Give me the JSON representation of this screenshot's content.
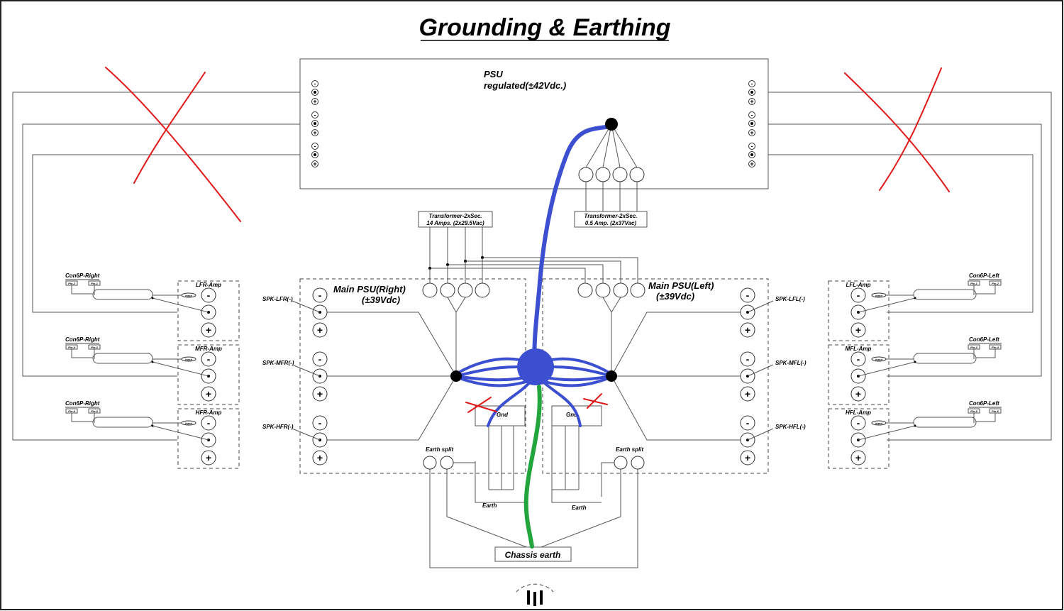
{
  "title": "Grounding & Earthing",
  "psu_top": {
    "line1": "PSU",
    "line2": "regulated(±42Vdc.)"
  },
  "transformers": [
    {
      "line1": "Transformer-2xSec.",
      "line2": "14 Amps. (2x29.5Vac)"
    },
    {
      "line1": "Transformer-2xSec.",
      "line2": "0.5 Amp. (2x37Vac)"
    }
  ],
  "main_psu_right": {
    "line1": "Main PSU(Right)",
    "line2": "(±39Vdc)"
  },
  "main_psu_left": {
    "line1": "Main PSU(Left)",
    "line2": "(±39Vdc)"
  },
  "amps_right": [
    "LFR-Amp",
    "MFR-Amp",
    "HFR-Amp"
  ],
  "amps_left": [
    "LFL-Amp",
    "MFL-Amp",
    "HFL-Amp"
  ],
  "spk_right": [
    "SPK-LFR(-)",
    "SPK-MFR(-)",
    "SPK-HFR(-)"
  ],
  "spk_left": [
    "SPK-LFL(-)",
    "SPK-MFL(-)",
    "SPK-HFL(-)"
  ],
  "con_right": [
    {
      "name": "Con6P-Right",
      "pin_a": "Pin-2",
      "pin_b": "Pin-1"
    },
    {
      "name": "Con6P-Right",
      "pin_a": "Pin-4",
      "pin_b": "Pin-3"
    },
    {
      "name": "Con6P-Right",
      "pin_a": "Pin-6",
      "pin_b": "Pin-5"
    }
  ],
  "con_left": [
    {
      "name": "Con6P-Left",
      "pin_a": "Pin-1",
      "pin_b": "Pin-2"
    },
    {
      "name": "Con6P-Left",
      "pin_a": "Pin-3",
      "pin_b": "Pin-4"
    },
    {
      "name": "Con6P-Left",
      "pin_a": "Pin-5",
      "pin_b": "Pin-6"
    }
  ],
  "input_label": "Input",
  "gnd_label": "Gnd",
  "earth_split": "Earth split",
  "earth": "Earth",
  "chassis_earth": "Chassis earth",
  "symbols": {
    "minus": "-",
    "plus": "+"
  },
  "colors": {
    "blue_wire": "#3b4fd0",
    "green_wire": "#22a53c",
    "red_cross": "#e01818"
  }
}
